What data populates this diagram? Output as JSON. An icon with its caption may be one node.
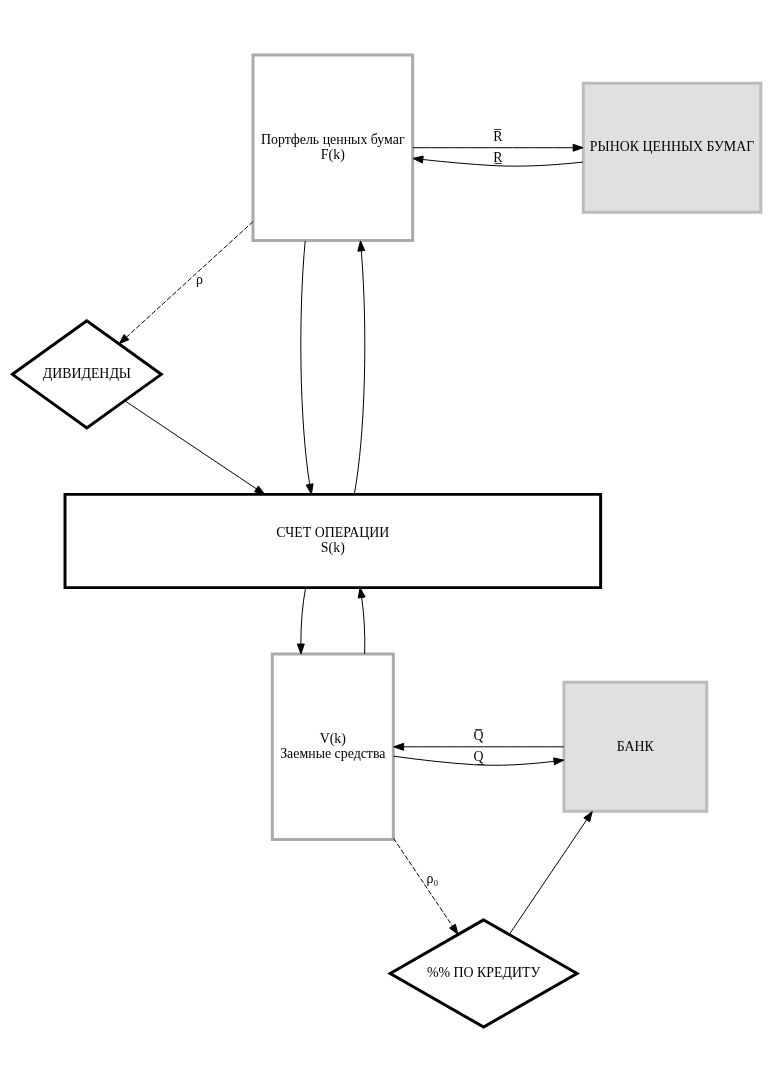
{
  "diagram": {
    "nodes": [
      {
        "text": [
          "Портфель ценных бумаг",
          "F(k)"
        ]
      },
      {
        "text": [
          "РЫНОК ЦЕННЫХ БУМАГ"
        ]
      },
      {
        "text": [
          "ДИВИДЕНДЫ"
        ]
      },
      {
        "text": [
          "СЧЕТ ОПЕРАЦИИ",
          "S(k)"
        ]
      },
      {
        "text": [
          "V(k)",
          "Заемные средства"
        ]
      },
      {
        "text": [
          "БАНК"
        ]
      },
      {
        "text": [
          "%% ПО КРЕДИТУ"
        ]
      }
    ],
    "edges": [
      {
        "from": 0,
        "to": 1,
        "arrow": "to",
        "label": "R̅"
      },
      {
        "from": 1,
        "to": 0,
        "arrow": "to",
        "label": "R̲"
      },
      {
        "from": 0,
        "to": 2,
        "arrow": "to",
        "label": "ρ",
        "style": "dashed"
      },
      {
        "from": 0,
        "to": 3,
        "arrow": "to"
      },
      {
        "from": 3,
        "to": 0,
        "arrow": "to"
      },
      {
        "from": 2,
        "to": 3,
        "arrow": "to"
      },
      {
        "from": 3,
        "to": 4,
        "arrow": "to"
      },
      {
        "from": 4,
        "to": 3,
        "arrow": "to"
      },
      {
        "from": 5,
        "to": 4,
        "arrow": "to",
        "label": "Q̅"
      },
      {
        "from": 4,
        "to": 5,
        "arrow": "to",
        "label": "Q̲"
      },
      {
        "from": 4,
        "to": 6,
        "arrow": "to",
        "label": "ρ₀",
        "style": "dashed"
      },
      {
        "from": 6,
        "to": 5,
        "arrow": "to"
      }
    ]
  }
}
